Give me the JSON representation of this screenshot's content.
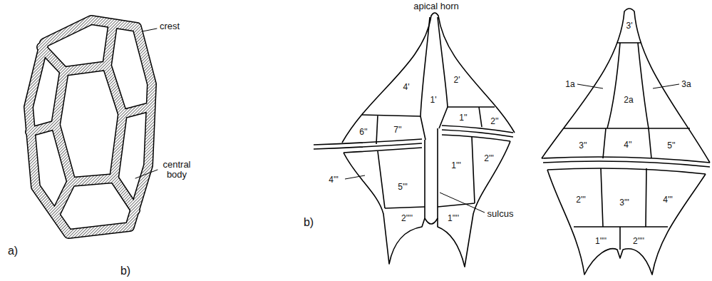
{
  "diagram": {
    "labels": [
      "a)",
      "crest",
      "central body",
      "b)",
      "b)",
      "apical horn",
      "4'",
      "1'",
      "2'",
      "6''",
      "7''",
      "1''",
      "2''",
      "1'''",
      "2'''",
      "4'''",
      "5'''",
      "sulcus",
      "2''''",
      "1''''",
      "3'",
      "1a",
      "3a",
      "2a",
      "3''",
      "4''",
      "5''",
      "2'''",
      "3'''",
      "4'''",
      "1''''",
      "2''''"
    ]
  }
}
